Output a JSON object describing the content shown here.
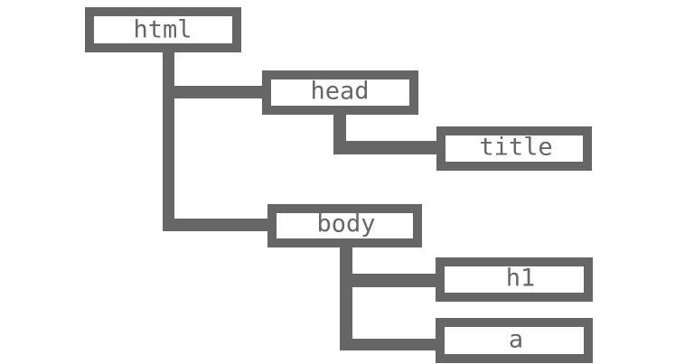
{
  "diagram": {
    "type": "tree",
    "color": "#666666",
    "nodes": {
      "html": "html",
      "head": "head",
      "title": "title",
      "body": "body",
      "h1": "h1",
      "a": "a"
    },
    "edges": [
      [
        "html",
        "head"
      ],
      [
        "head",
        "title"
      ],
      [
        "html",
        "body"
      ],
      [
        "body",
        "h1"
      ],
      [
        "body",
        "a"
      ]
    ]
  }
}
